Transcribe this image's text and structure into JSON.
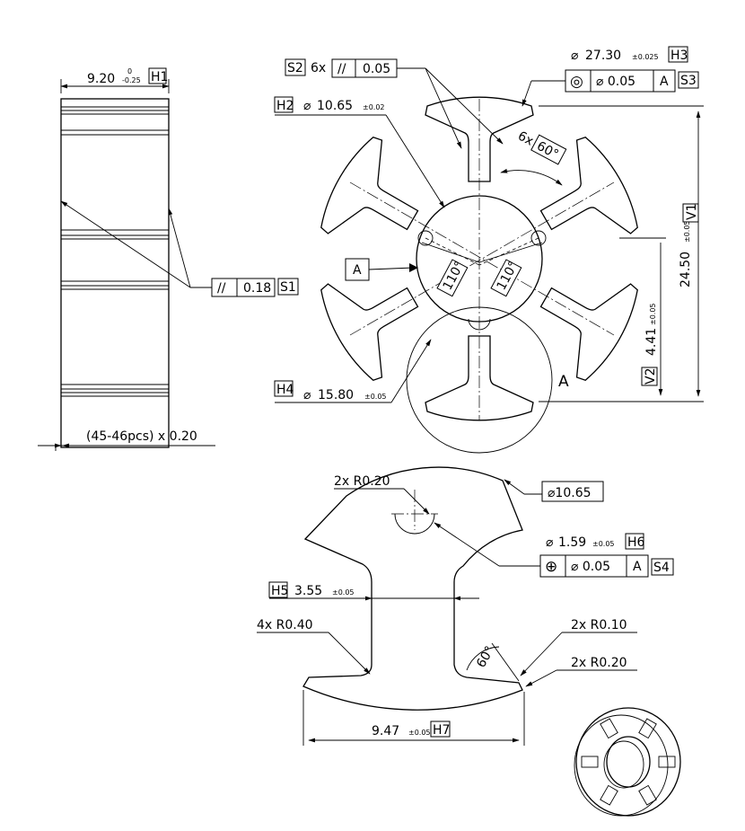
{
  "side_view": {
    "width": "9.20",
    "tol_upper": "0",
    "tol_lower": "-0.25",
    "tag": "H1",
    "parallelism_symbol": "//",
    "parallelism_value": "0.18",
    "parallelism_tag": "S1",
    "stack_note": "(45-46pcs) x 0.20"
  },
  "front_view": {
    "parallel_count": "6x",
    "parallel_symbol": "//",
    "parallel_value": "0.05",
    "parallel_tag": "S2",
    "outer_dia": "27.30",
    "outer_dia_tol": "±0.025",
    "outer_dia_tag": "H3",
    "concentricity_symbol": "◎",
    "concentricity_value": "⌀ 0.05",
    "concentricity_datum": "A",
    "concentricity_tag": "S3",
    "bore_dia": "10.65",
    "bore_dia_tol": "±0.02",
    "bore_dia_tag": "H2",
    "angle_count": "6x",
    "angle_value": "60°",
    "angle_110_left": "110°",
    "angle_110_right": "110°",
    "datum_label": "A",
    "height": "24.50",
    "height_tol": "±0.05",
    "height_tag": "V1",
    "offset": "4.41",
    "offset_tol": "±0.05",
    "offset_tag": "V2",
    "circle_dia": "15.80",
    "circle_dia_tol": "±0.05",
    "circle_dia_tag": "H4",
    "view_label": "A"
  },
  "detail_view": {
    "radius_top": "2x R0.20",
    "bore_ref": "⌀10.65",
    "hole_dia": "1.59",
    "hole_dia_tol": "±0.05",
    "hole_dia_tag": "H6",
    "position_symbol": "⊕",
    "position_value": "⌀ 0.05",
    "position_datum": "A",
    "position_tag": "S4",
    "neck_width": "3.55",
    "neck_width_tol": "±0.05",
    "neck_width_tag": "H5",
    "radius_neck": "4x R0.40",
    "radius_tip_a": "2x R0.10",
    "radius_tip_b": "2x R0.20",
    "tip_angle": "60°",
    "span": "9.47",
    "span_tol": "±0.05",
    "span_tag": "H7"
  }
}
